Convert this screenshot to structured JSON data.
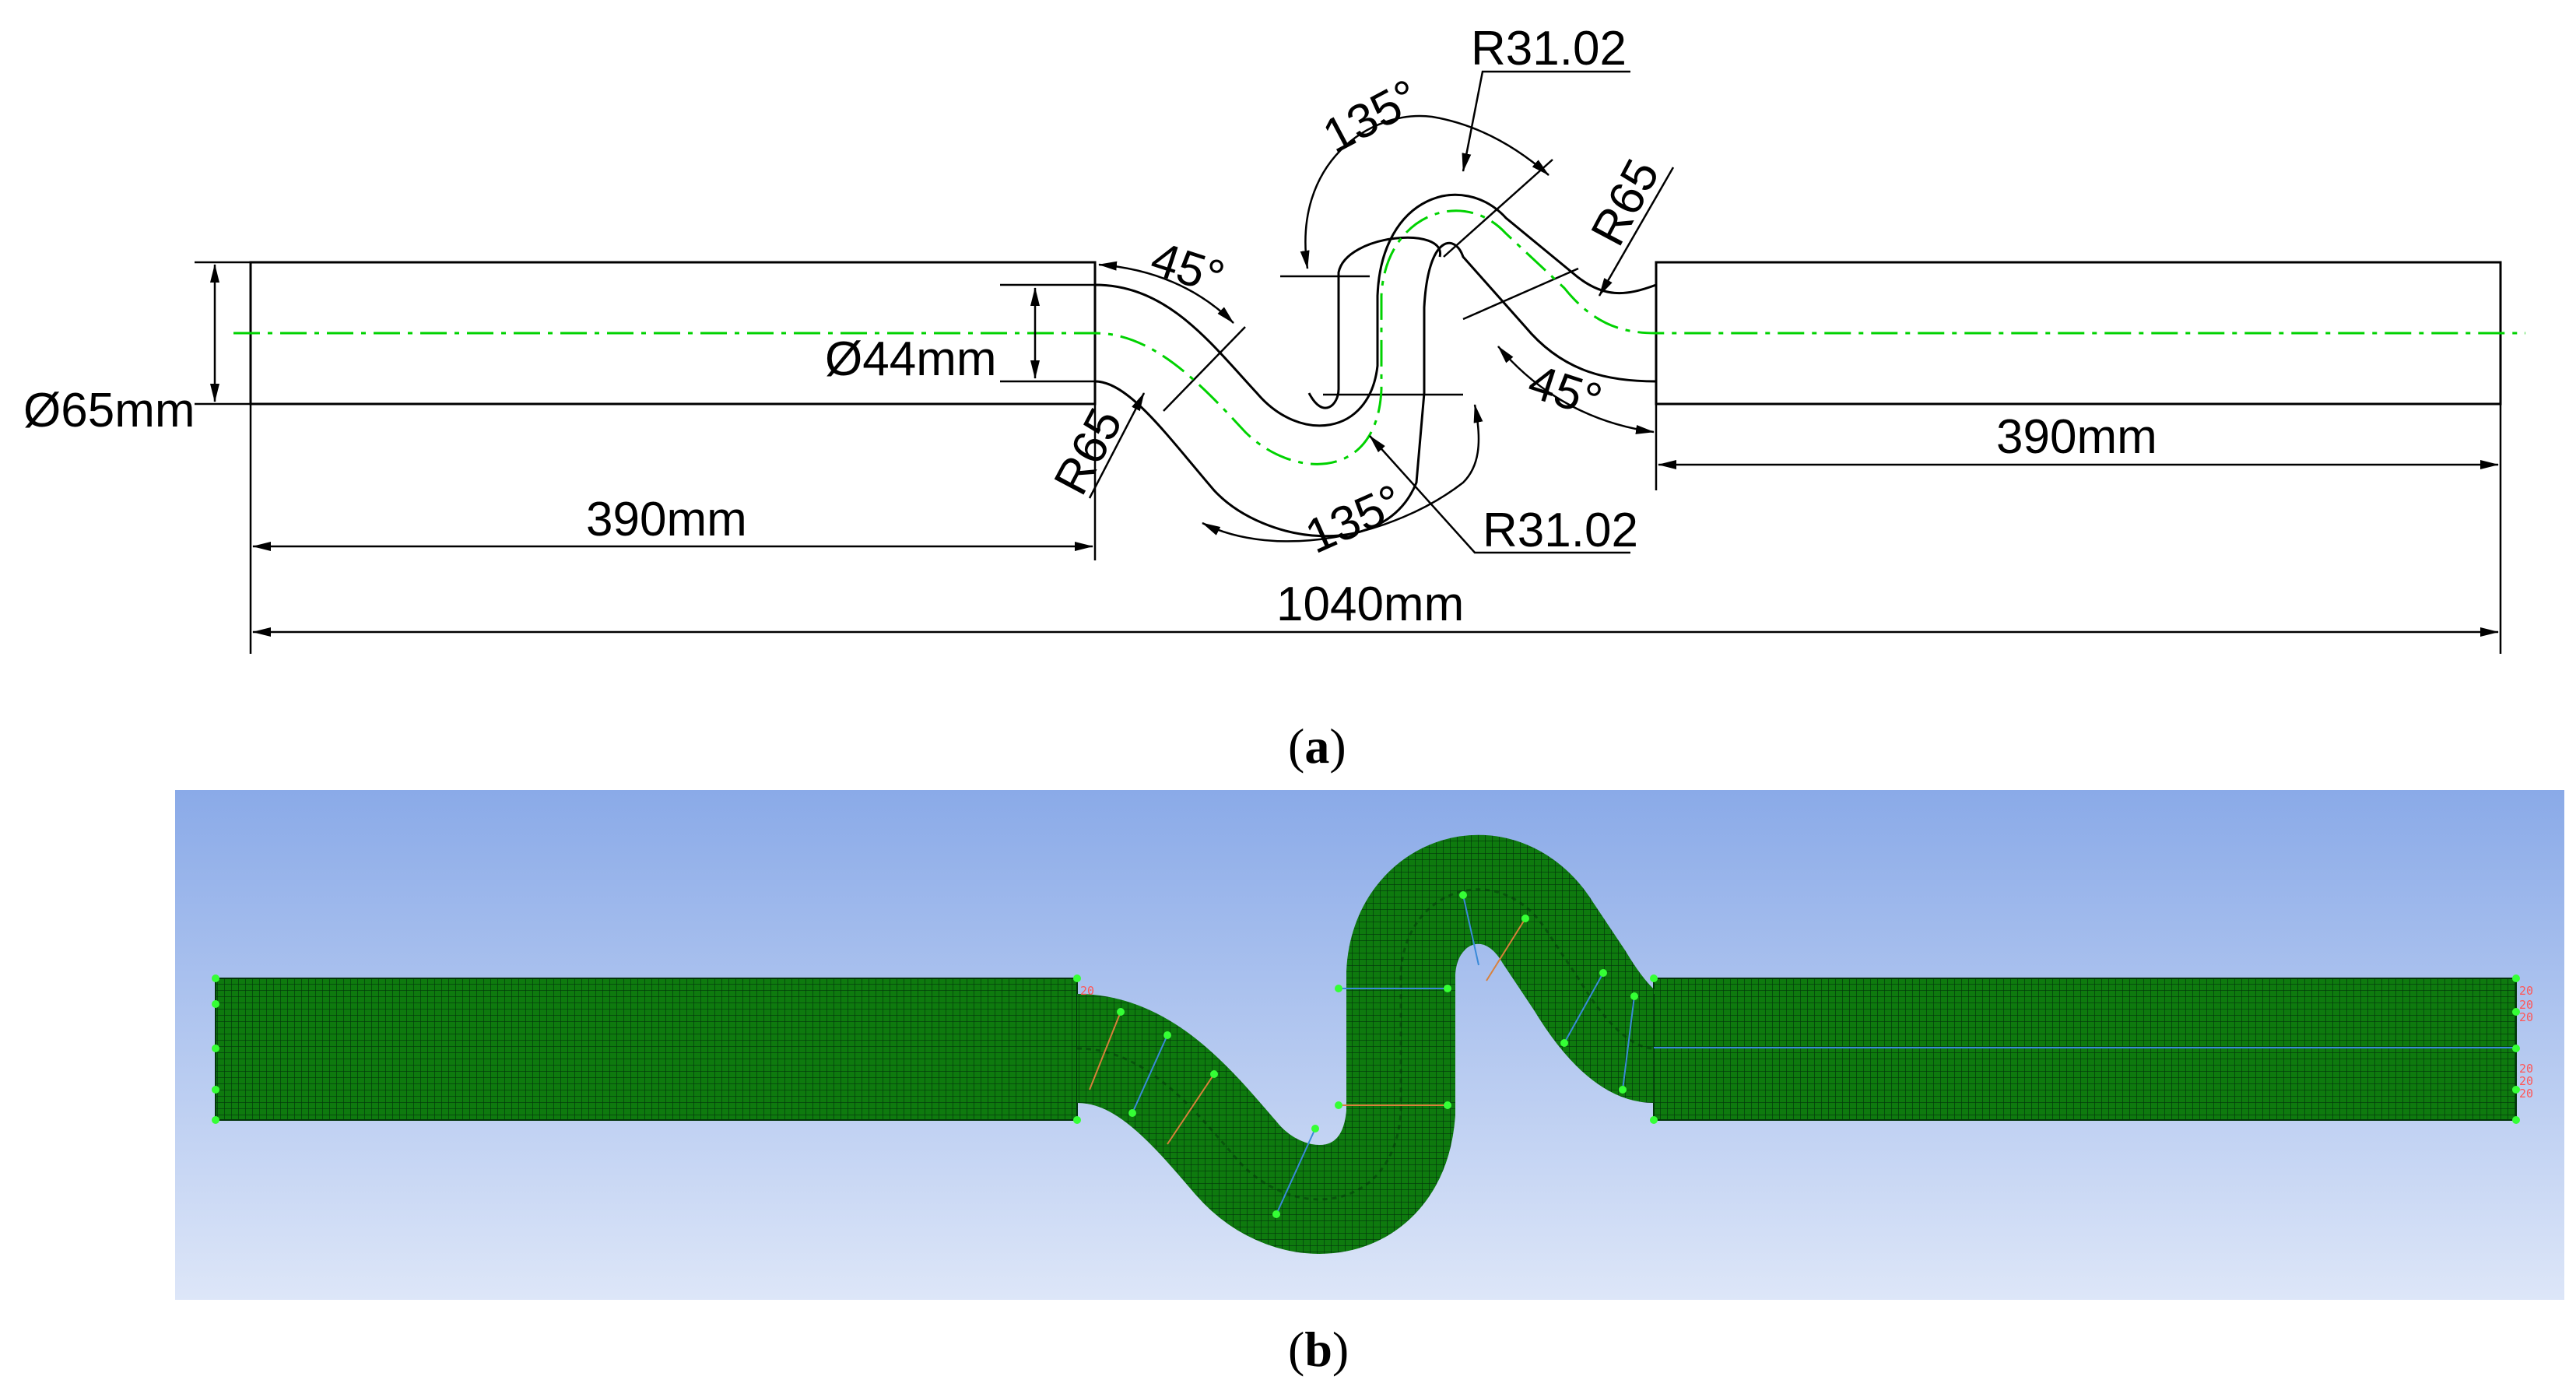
{
  "panel_a": {
    "caption_letter": "a",
    "dimensions": {
      "outer_diameter": "Ø65mm",
      "inner_diameter": "Ø44mm",
      "left_length": "390mm",
      "right_length": "390mm",
      "total_length": "1040mm",
      "bend_angle_left": "45°",
      "bend_angle_right": "45°",
      "arc_angle_top": "135°",
      "arc_angle_bottom": "135°",
      "radius_large_left": "R65",
      "radius_large_right": "R65",
      "radius_small_top": "R31.02",
      "radius_small_bottom": "R31.02"
    },
    "colors": {
      "outline": "#000000",
      "centerline": "#00d200"
    }
  },
  "panel_b": {
    "caption_letter": "b",
    "mesh_tags_left": [
      "20"
    ],
    "mesh_tags_right": [
      "20",
      "20",
      "20",
      "20",
      "20",
      "20"
    ],
    "colors": {
      "background_top": "#8aaae8",
      "background_bottom": "#dde6f8",
      "mesh_fill": "#0e7a0e",
      "mesh_line": "#02340a",
      "node": "#35ff35",
      "edge_blue": "#3a8ad8",
      "edge_orange": "#d8803a"
    }
  }
}
